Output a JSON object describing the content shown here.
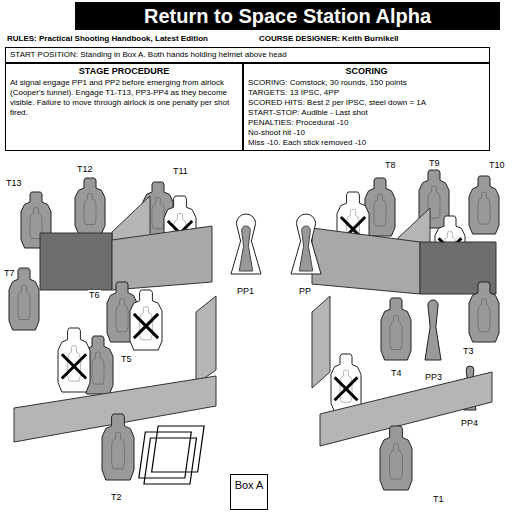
{
  "diagram": {
    "title": "Return to Space Station Alpha",
    "nodes": [
      {
        "text": [
          "START POSITION: Standing in Box A. Both hands holding helmet above head"
        ]
      },
      {
        "text": [
          "STAGE PROCEDURE",
          "At signal engage PP1 and PP2 before emerging from airlock (Cooper's tunnel). Engage T1-T13, PP3-PP4 as they become visible. Failure to move through airlock is one penalty per shot fired."
        ]
      },
      {
        "text": [
          "SCORING",
          "SCORING: Comstock, 30 rounds, 150 points",
          "TARGETS: 13 IPSC, 4PP",
          "SCORED HITS: Best 2 per IPSC, steel down = 1A",
          "START-STOP: Audible - Last shot",
          "PENALTIES: Procedural -10",
          "No-shoot hit -10",
          "Miss -10. Each stick removed -10"
        ]
      },
      {
        "text": [
          "Box A"
        ]
      }
    ],
    "labels": [
      "RULES: Practical Shooting Handbook, Latest Edition",
      "COURSE DESIGNER: Keith Burnikell",
      "T13",
      "T12",
      "T11",
      "T7",
      "T6",
      "T5",
      "T2",
      "PP1",
      "PP",
      "T8",
      "T9",
      "T10",
      "T3",
      "PP3",
      "PP4",
      "T4",
      "T1"
    ]
  }
}
